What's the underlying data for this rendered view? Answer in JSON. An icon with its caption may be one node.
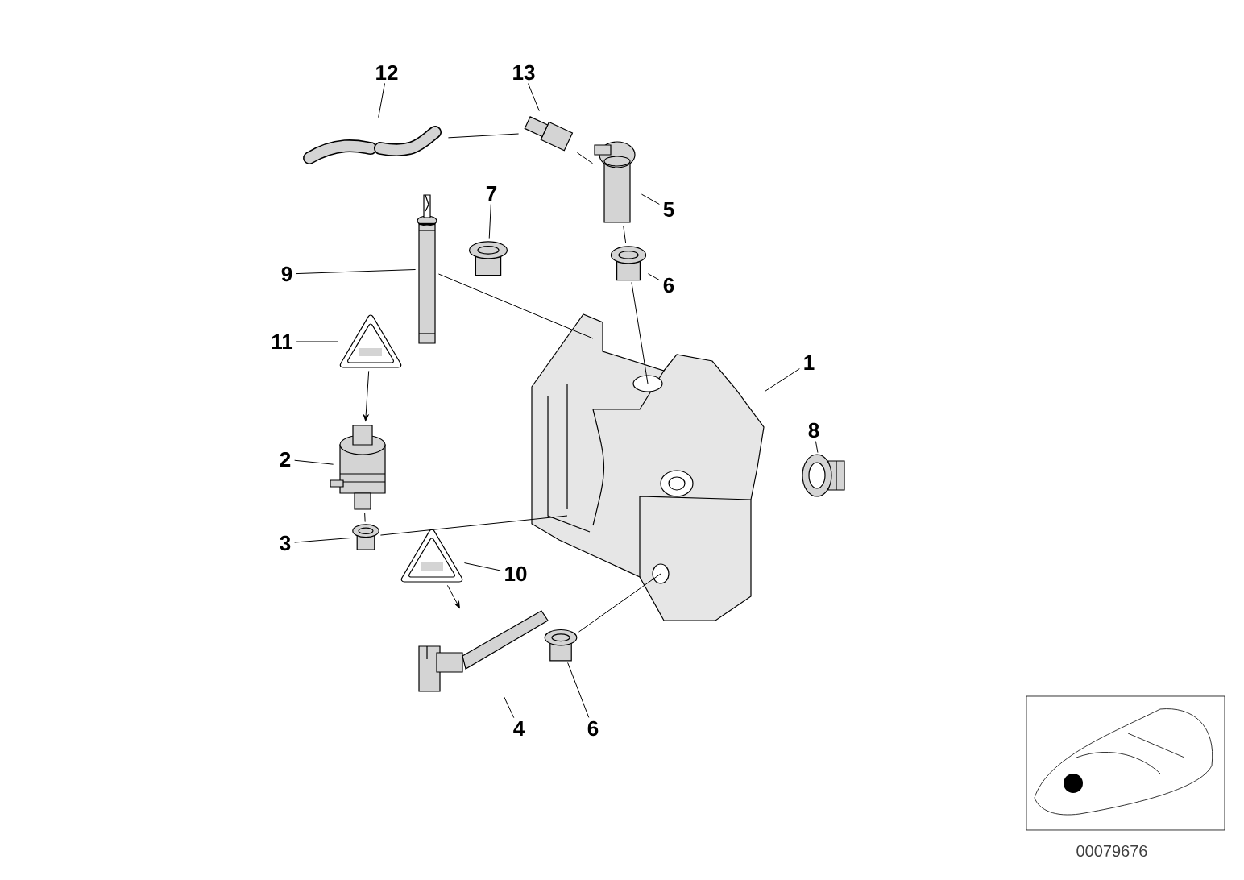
{
  "diagram": {
    "nodes": [
      {
        "text": [
          "12"
        ]
      },
      {
        "text": [
          "13"
        ]
      },
      {
        "text": [
          "7"
        ]
      },
      {
        "text": [
          "5"
        ]
      },
      {
        "text": [
          "9"
        ]
      },
      {
        "text": [
          "6"
        ]
      },
      {
        "text": [
          "11"
        ]
      },
      {
        "text": [
          "1"
        ]
      },
      {
        "text": [
          "8"
        ]
      },
      {
        "text": [
          "2"
        ]
      },
      {
        "text": [
          "3"
        ]
      },
      {
        "text": [
          "10"
        ]
      },
      {
        "text": [
          "4"
        ]
      },
      {
        "text": [
          "6"
        ]
      },
      {
        "text": [],
        "shape": "picture"
      },
      {
        "text": [],
        "shape": "picture"
      },
      {
        "text": [],
        "shape": "picture"
      },
      {
        "text": [],
        "shape": "picture"
      },
      {
        "text": [],
        "shape": "picture"
      },
      {
        "text": [],
        "shape": "picture"
      },
      {
        "text": [],
        "shape": "picture"
      },
      {
        "text": [],
        "shape": "picture"
      },
      {
        "text": [],
        "shape": "picture"
      },
      {
        "text": [],
        "shape": "picture"
      },
      {
        "text": [],
        "shape": "picture"
      },
      {
        "text": [],
        "shape": "picture"
      },
      {
        "text": [],
        "shape": "picture"
      },
      {
        "text": [],
        "shape": "picture"
      }
    ],
    "edges": [
      {
        "from": 0,
        "to": 14,
        "arrow": "none"
      },
      {
        "from": 1,
        "to": 15,
        "arrow": "none"
      },
      {
        "from": 2,
        "to": 16,
        "arrow": "none"
      },
      {
        "from": 3,
        "to": 17,
        "arrow": "none"
      },
      {
        "from": 4,
        "to": 18,
        "arrow": "none"
      },
      {
        "from": 5,
        "to": 19,
        "arrow": "none"
      },
      {
        "from": 6,
        "to": 20,
        "arrow": "none"
      },
      {
        "from": 7,
        "to": 21,
        "arrow": "none"
      },
      {
        "from": 8,
        "to": 22,
        "arrow": "none"
      },
      {
        "from": 9,
        "to": 23,
        "arrow": "none"
      },
      {
        "from": 10,
        "to": 24,
        "arrow": "none"
      },
      {
        "from": 11,
        "to": 25,
        "arrow": "none"
      },
      {
        "from": 12,
        "to": 26,
        "arrow": "none"
      },
      {
        "from": 13,
        "to": 27,
        "arrow": "none"
      },
      {
        "from": 20,
        "to": 23,
        "arrow": "to"
      },
      {
        "from": 25,
        "to": 26,
        "arrow": "to"
      },
      {
        "from": 14,
        "to": 15,
        "arrow": "none"
      },
      {
        "from": 15,
        "to": 17,
        "arrow": "none"
      },
      {
        "from": 17,
        "to": 19,
        "arrow": "none"
      },
      {
        "from": 19,
        "to": 21,
        "arrow": "none"
      },
      {
        "from": 18,
        "to": 21,
        "arrow": "none"
      },
      {
        "from": 23,
        "to": 24,
        "arrow": "none"
      },
      {
        "from": 24,
        "to": 21,
        "arrow": "none"
      },
      {
        "from": 27,
        "to": 21,
        "arrow": "none"
      }
    ],
    "labels": [
      "00079676"
    ]
  }
}
